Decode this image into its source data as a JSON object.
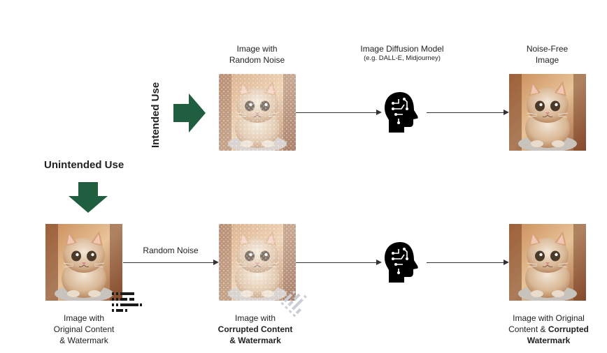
{
  "labels": {
    "intended_use": "Intended Use",
    "unintended_use": "Unintended Use",
    "random_noise": "Random Noise"
  },
  "top_row": {
    "noisy": {
      "line1": "Image with",
      "line2": "Random Noise"
    },
    "model": {
      "line1": "Image Diffusion Model",
      "line2": "(e.g. DALL-E, Midjourney)"
    },
    "clean": {
      "line1": "Noise-Free",
      "line2": "Image"
    }
  },
  "bottom_row": {
    "original": {
      "line1": "Image with",
      "line2": "Original Content",
      "line3": "& Watermark"
    },
    "corrupted": {
      "line1": "Image with",
      "line2": "Corrupted Content",
      "line3": "& Watermark"
    },
    "output": {
      "line1": "Image with Original",
      "line2a": "Content & ",
      "line2b": "Corrupted",
      "line3": "Watermark"
    }
  },
  "colors": {
    "arrow_green": "#1f5e3f",
    "text": "#222222",
    "line": "#333333"
  },
  "icons": [
    "head-circuit-icon",
    "watermark-icon",
    "corrupted-watermark-icon",
    "arrow-right-icon",
    "arrow-down-icon"
  ]
}
